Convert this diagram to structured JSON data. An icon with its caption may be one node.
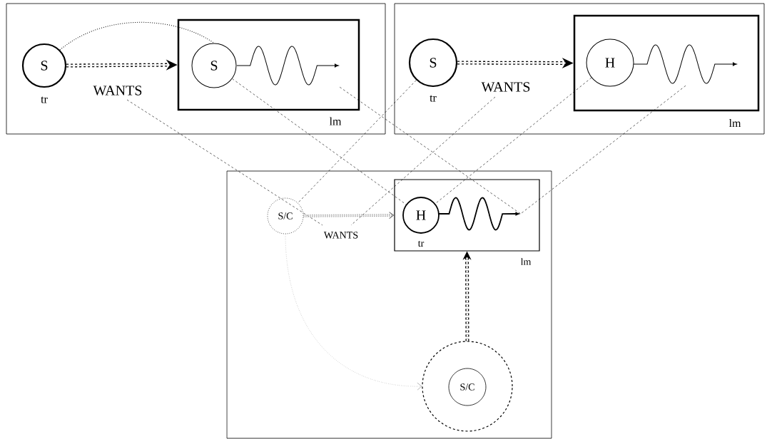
{
  "diagram": {
    "nodes": [
      {
        "text": [],
        "shape": "box"
      },
      {
        "text": [
          "S"
        ],
        "in": 0,
        "beside": [
          "tr"
        ]
      },
      {
        "text": [],
        "shape": "box",
        "in": 0,
        "beside": [
          "lm"
        ]
      },
      {
        "text": [
          "S"
        ],
        "in": 2
      },
      {
        "text": [],
        "shape": "picture",
        "in": 2
      },
      {
        "text": [],
        "shape": "box"
      },
      {
        "text": [
          "S"
        ],
        "in": 5,
        "beside": [
          "tr"
        ]
      },
      {
        "text": [],
        "shape": "box",
        "in": 5,
        "beside": [
          "lm"
        ]
      },
      {
        "text": [
          "H"
        ],
        "in": 7
      },
      {
        "text": [],
        "shape": "picture",
        "in": 7
      },
      {
        "text": [],
        "shape": "box"
      },
      {
        "text": [
          "S/C"
        ],
        "in": 10
      },
      {
        "text": [],
        "shape": "box",
        "in": 10,
        "beside": [
          "lm"
        ]
      },
      {
        "text": [
          "H"
        ],
        "in": 12,
        "beside": [
          "tr"
        ]
      },
      {
        "text": [],
        "shape": "picture",
        "in": 12
      },
      {
        "text": [],
        "shape": "circle",
        "in": 10
      },
      {
        "text": [
          "S/C"
        ],
        "in": 15
      }
    ],
    "edges": [
      {
        "from": 1,
        "to": 2,
        "arrow": "to",
        "label": "WANTS",
        "style": "dashed"
      },
      {
        "from": 1,
        "to": 3,
        "arrow": "none"
      },
      {
        "from": 6,
        "to": 7,
        "arrow": "to",
        "label": "WANTS",
        "style": "dashed"
      },
      {
        "from": 11,
        "to": 12,
        "arrow": "to",
        "label": "WANTS",
        "color": "#666666"
      },
      {
        "from": 15,
        "to": 12,
        "arrow": "to",
        "style": "dashed"
      },
      {
        "from": 11,
        "to": 15,
        "arrow": "to",
        "color": "#888888"
      },
      {
        "from": 3,
        "to": 13,
        "arrow": "none",
        "style": "dashed"
      },
      {
        "from": 4,
        "to": 14,
        "arrow": "none",
        "style": "dashed"
      },
      {
        "from": 6,
        "to": 11,
        "arrow": "none",
        "style": "dashed"
      },
      {
        "from": 8,
        "to": 13,
        "arrow": "none",
        "style": "dashed"
      },
      {
        "from": 9,
        "to": 14,
        "arrow": "none",
        "style": "dashed"
      }
    ]
  }
}
